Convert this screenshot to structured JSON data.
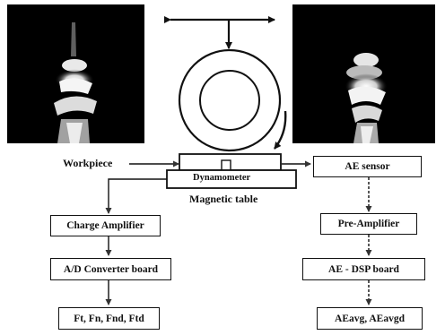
{
  "labels": {
    "workpiece": "Workpiece",
    "dynamometer": "Dynamometer",
    "magnetic_table": "Magnetic table"
  },
  "left_chain": {
    "charge_amplifier": "Charge Amplifier",
    "ad_converter": "A/D Converter board",
    "forces": "Ft, Fn, Fnd, Ftd"
  },
  "right_chain": {
    "ae_sensor": "AE sensor",
    "pre_amplifier": "Pre-Amplifier",
    "ae_dsp": "AE - DSP board",
    "ae_outputs": "AEavg, AEavgd"
  },
  "colors": {
    "photo_background": "#000000",
    "line": "#111111",
    "box_border": "#111111",
    "arrow_head": "#333333"
  }
}
